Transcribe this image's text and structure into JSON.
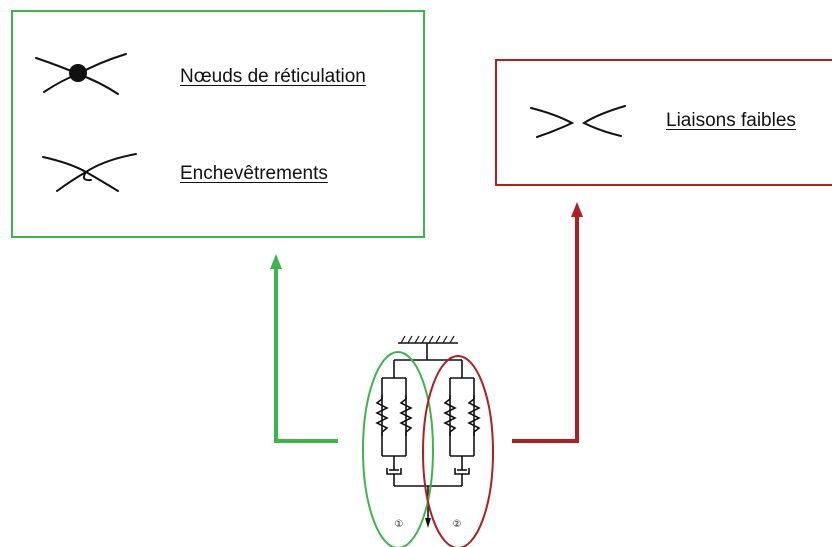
{
  "legend_left": {
    "items": [
      {
        "icon": "crosslink-node-icon",
        "label": "Nœuds de réticulation"
      },
      {
        "icon": "entanglement-icon",
        "label": "Enchevêtrements"
      }
    ],
    "border_color": "#3cb54a"
  },
  "legend_right": {
    "items": [
      {
        "icon": "weak-bond-icon",
        "label": "Liaisons faibles"
      }
    ],
    "border_color": "#b01e22"
  },
  "model": {
    "branch_1_label": "①",
    "branch_2_label": "②"
  },
  "colors": {
    "green": "#3cb54a",
    "red": "#b01e22"
  }
}
